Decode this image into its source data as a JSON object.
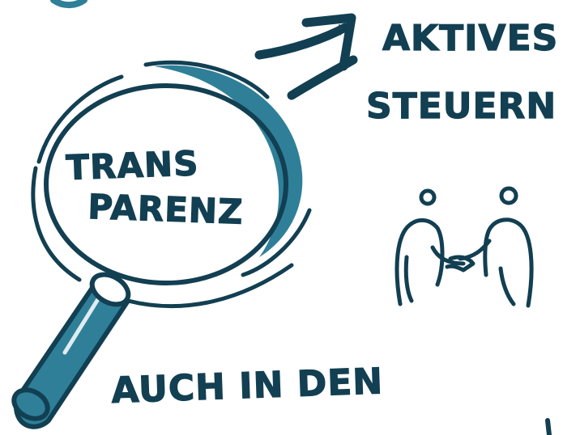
{
  "sketch": {
    "lens_text_line1": "TRANS",
    "lens_text_line2": "PARENZ",
    "arrow_text_line1": "AKTIVES",
    "arrow_text_line2": "STEUERN",
    "bottom_text": "AUCH IN DEN"
  },
  "colors": {
    "ink": "#123f52",
    "accent_teal": "#2f7f98",
    "background": "#ffffff"
  }
}
